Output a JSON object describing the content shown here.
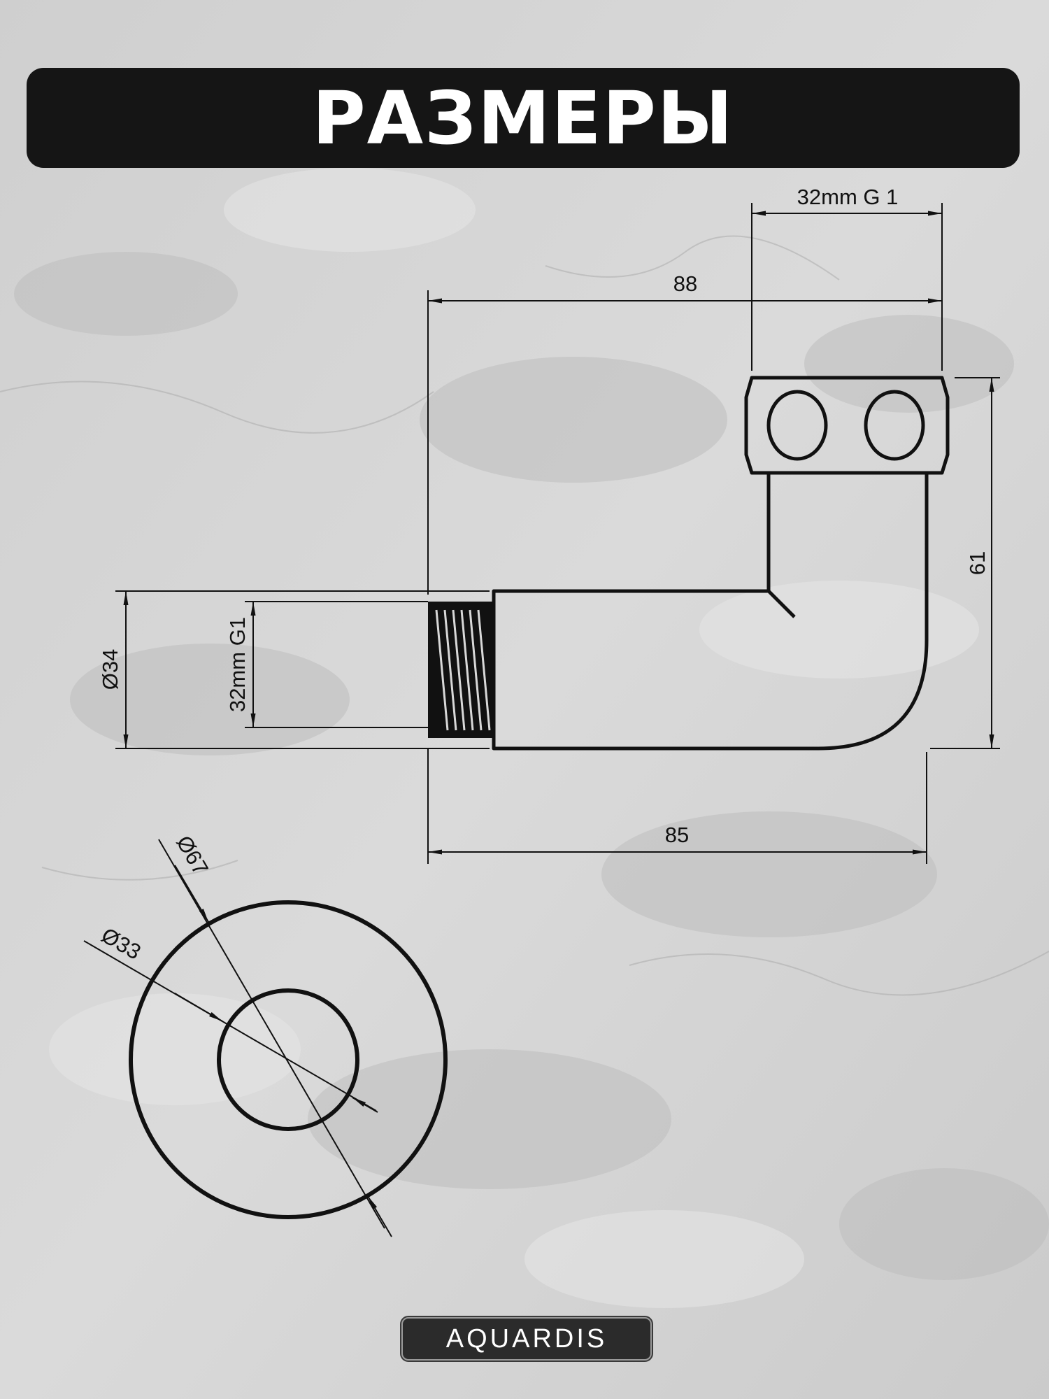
{
  "title": "РАЗМЕРЫ",
  "brand": "AQUARDIS",
  "colors": {
    "banner": "#151515",
    "line": "#111111",
    "background": "#d4d4d4",
    "text_on_dark": "#ffffff"
  },
  "dimensions": {
    "top_nut_width": "32mm G 1",
    "overall_length": "88",
    "height": "61",
    "outer_diameter_side": "Ø34",
    "thread_diameter_side": "32mm G1",
    "bottom_length": "85",
    "flange_diameter": "Ø67",
    "inner_diameter": "Ø33"
  }
}
